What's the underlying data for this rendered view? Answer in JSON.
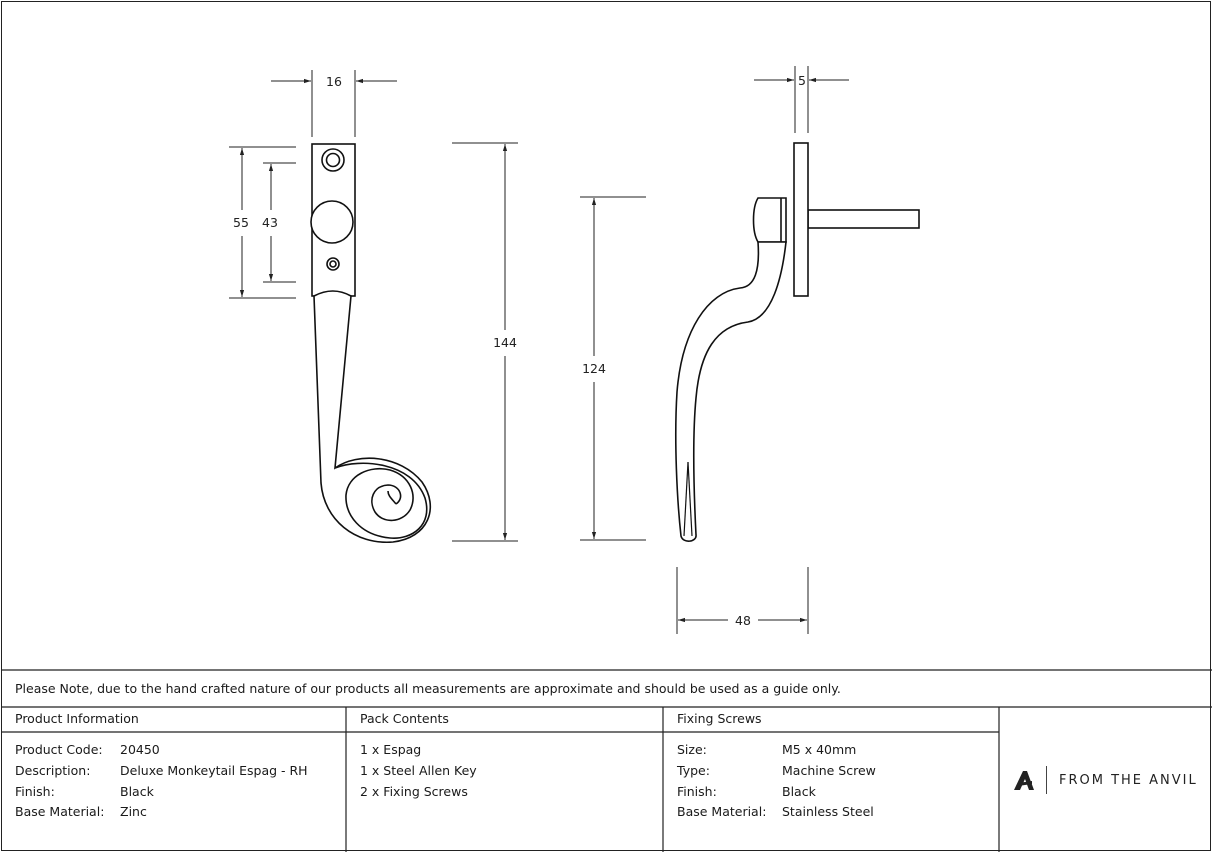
{
  "dimensions": {
    "front_width": "16",
    "front_overall_backplate": "55",
    "front_hole_centres": "43",
    "overall_length": "144",
    "handle_length": "124",
    "side_plate_thickness": "5",
    "side_projection": "48"
  },
  "note": "Please Note, due to the hand crafted nature of our products all measurements are approximate and should be used as a guide only.",
  "product_info": {
    "header": "Product Information",
    "rows": [
      {
        "label": "Product Code:",
        "value": "20450"
      },
      {
        "label": "Description:",
        "value": "Deluxe Monkeytail Espag - RH"
      },
      {
        "label": "Finish:",
        "value": "Black"
      },
      {
        "label": "Base Material:",
        "value": "Zinc"
      }
    ]
  },
  "pack_contents": {
    "header": "Pack Contents",
    "items": [
      "1 x Espag",
      "1 x Steel Allen Key",
      "2 x Fixing Screws"
    ]
  },
  "fixing_screws": {
    "header": "Fixing Screws",
    "rows": [
      {
        "label": "Size:",
        "value": "M5 x 40mm"
      },
      {
        "label": "Type:",
        "value": "Machine Screw"
      },
      {
        "label": "Finish:",
        "value": "Black"
      },
      {
        "label": "Base Material:",
        "value": "Stainless Steel"
      }
    ]
  },
  "brand": {
    "name": "FROM THE ANVIL",
    "logo_icon": "anvil-a-logo-icon"
  }
}
